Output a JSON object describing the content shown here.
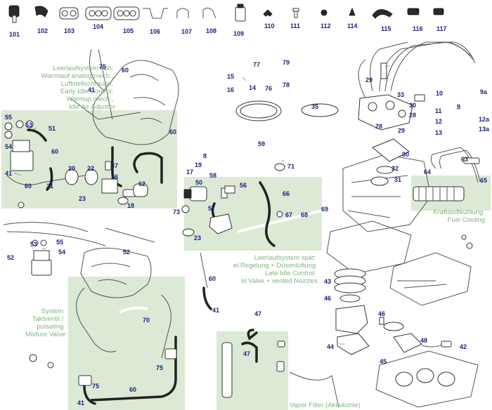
{
  "callouts": {
    "c101": "101",
    "c102": "102",
    "c103": "103",
    "c104": "104",
    "c105": "105",
    "c106": "106",
    "c107": "107",
    "c108": "108",
    "c109": "109",
    "c110": "110",
    "c111": "111",
    "c112": "112",
    "c114": "114",
    "c115": "115",
    "c116": "116",
    "c117": "117",
    "c75a": "75",
    "c60a": "60",
    "c41a": "41",
    "c55a": "55",
    "c53a": "53",
    "c51": "51",
    "c54a": "54",
    "c60b": "60",
    "c41b": "41",
    "c60c": "60",
    "c20": "20",
    "c22": "22",
    "c21": "21",
    "c23a": "23",
    "c37": "37",
    "c36": "36",
    "c62": "62",
    "c18": "18",
    "c60d": "60",
    "c15": "15",
    "c16": "16",
    "c77": "77",
    "c14": "14",
    "c76": "76",
    "c79": "79",
    "c78": "78",
    "c8": "8",
    "c19": "19",
    "c17": "17",
    "c59": "59",
    "c71": "71",
    "c50": "50",
    "c58": "58",
    "c56": "56",
    "c73": "73",
    "c57": "57",
    "c23b": "23",
    "c66": "66",
    "c67": "67",
    "c68": "68",
    "c69": "69",
    "c29a": "29",
    "c35": "35",
    "c33": "33",
    "c28a": "28",
    "c30": "30",
    "c28b": "28",
    "c29b": "29",
    "c80": "80",
    "c32": "32",
    "c31": "31",
    "c10": "10",
    "c9a": "9a",
    "c9": "9",
    "c11": "11",
    "c12a": "12a",
    "c12": "12",
    "c13": "13",
    "c13a": "13a",
    "c63": "63",
    "c64": "64",
    "c65": "65",
    "c53b": "53",
    "c55b": "55",
    "c54b": "54",
    "c52a": "52",
    "c52b": "52",
    "c70": "70",
    "c60e": "60",
    "c41c": "41",
    "c75b": "75",
    "c75c": "75",
    "c60f": "60",
    "c41d": "41",
    "c47a": "47",
    "c47b": "47",
    "c43": "43",
    "c46a": "46",
    "c44": "44",
    "c46b": "46",
    "c48": "48",
    "c42": "42",
    "c45": "45"
  },
  "captions": {
    "early_idle": [
      "Leerlaufsystem früh:",
      "Warmlauf analog/mech.,",
      "Luftstellschraube.",
      "Early Idle Control:",
      "Warmup mech.,",
      "Idle Air Adjuster"
    ],
    "late_idle": [
      "Leerlaufsystem spät:",
      "el.Regelung + Düsenlüftung",
      "Late Idle Control:",
      "el.Valve + vented Nozzles"
    ],
    "pulsating": [
      "System",
      "Taktventil /",
      "pulsating",
      "Mixture Valve"
    ],
    "fuel_cooling": [
      "Kraftstoffkühlung",
      "Fuel Cooling"
    ],
    "vapor_filter": "Vapor Filter (Aktivkohle)"
  },
  "colors": {
    "callout": "#1a237e",
    "caption": "#7cb87a",
    "zone": "#dbe9d5",
    "line_art": "#333333"
  }
}
